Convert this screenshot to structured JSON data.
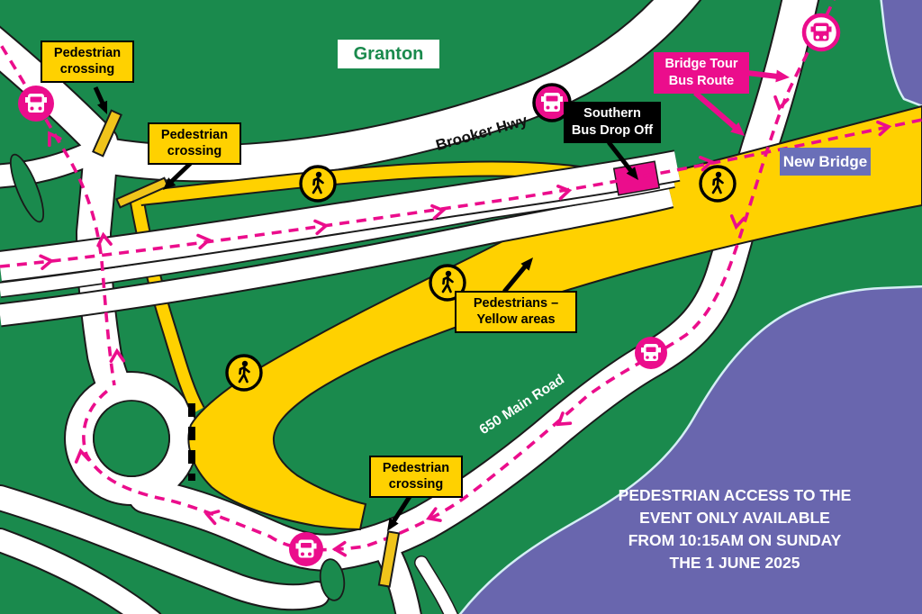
{
  "map": {
    "place_labels": {
      "granton": "Granton",
      "brooker_hwy": "Brooker Hwy",
      "main_road": "650 Main Road",
      "new_bridge": "New Bridge"
    },
    "callouts": {
      "pedestrian_crossing": "Pedestrian crossing",
      "southern_bus": {
        "line1": "Southern",
        "line2": "Bus Drop Off"
      },
      "bridge_tour": {
        "line1": "Bridge Tour",
        "line2": "Bus Route"
      },
      "pedestrians_yellow": {
        "line1": "Pedestrians –",
        "line2": "Yellow areas"
      }
    },
    "notice": {
      "line1": "PEDESTRIAN ACCESS TO THE",
      "line2": "EVENT ONLY AVAILABLE",
      "line3": "FROM 10:15AM ON SUNDAY",
      "line4": "THE 1 JUNE 2025"
    },
    "legend": {
      "bus_icon_meaning": "bus-stop-icon",
      "pedestrian_icon_meaning": "pedestrian-icon"
    },
    "colors": {
      "land_green": "#1a8a4d",
      "pedestrian_yellow": "#ffd100",
      "bus_route_pink": "#eb0d8c",
      "water_purple": "#6966ae",
      "bridge_label_purple": "#6a6fb8",
      "road_white": "#ffffff",
      "outline_black": "#1a1a1a"
    }
  }
}
